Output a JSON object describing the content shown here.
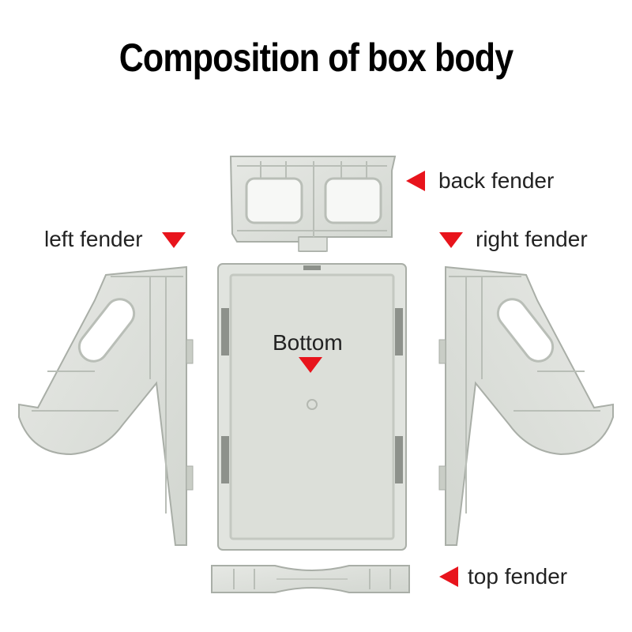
{
  "title": "Composition of box body",
  "labels": {
    "back": "back fender",
    "left": "left fender",
    "right": "right fender",
    "bottom": "Bottom",
    "top": "top fender"
  },
  "colors": {
    "marker": "#e8141c",
    "part_fill": "#dfe2dd",
    "part_edge": "#a9aea7",
    "background": "#ffffff"
  },
  "icons": {
    "marker_left": "left-pointing-triangle",
    "marker_down": "down-pointing-triangle"
  }
}
